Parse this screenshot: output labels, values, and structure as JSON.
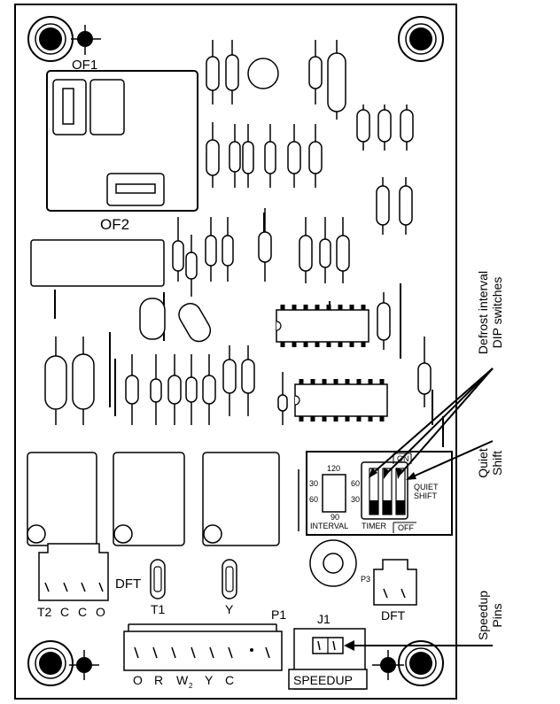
{
  "labels": {
    "of1": "OF1",
    "of2": "OF2",
    "dft_left": "DFT",
    "t2": "T2",
    "c1": "C",
    "c2": "C",
    "o_left": "O",
    "t1": "T1",
    "y_term": "Y",
    "p1": "P1",
    "p1_pins": [
      "O",
      "R",
      "W",
      "2",
      "Y",
      "C"
    ],
    "j1": "J1",
    "speedup": "SPEEDUP",
    "p3": "P3",
    "dft_right": "DFT",
    "dip": {
      "v120": "120",
      "v30_left": "30",
      "v60_left": "60",
      "v90": "90",
      "v60_right": "60",
      "v30_right": "30",
      "interval": "INTERVAL",
      "timer": "TIMER",
      "on": "ON",
      "off": "OFF",
      "quiet1": "QUIET",
      "quiet2": "SHIFT"
    }
  },
  "callouts": {
    "defrost_line1": "Defrost interval",
    "defrost_line2": "DIP switches",
    "quiet_line1": "Quiet",
    "quiet_line2": "Shift",
    "speedup_line1": "Speedup",
    "speedup_line2": "Pins"
  }
}
